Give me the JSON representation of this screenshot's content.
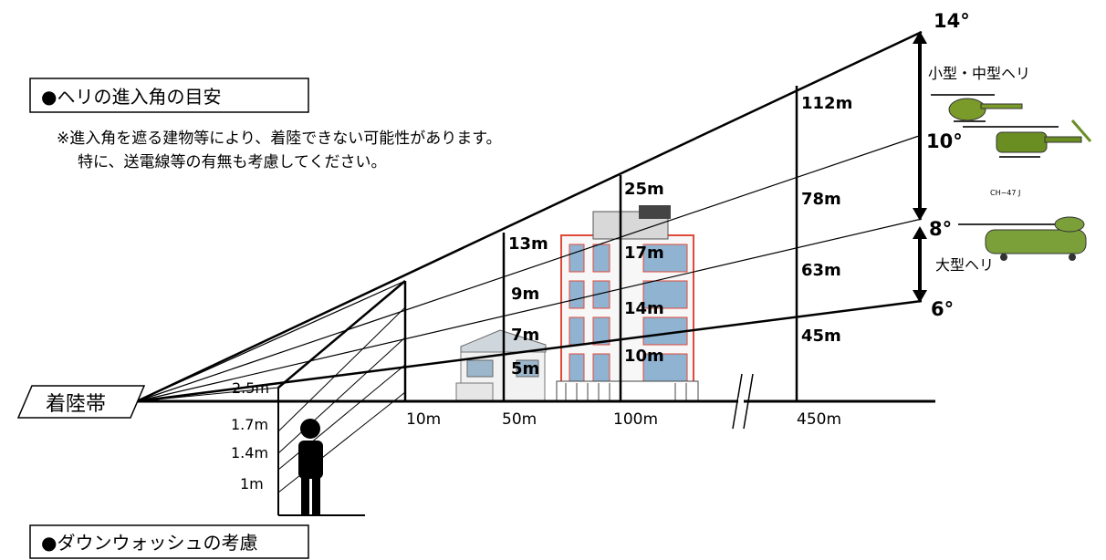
{
  "titles": {
    "approach_angle": "●ヘリの進入角の目安",
    "downwash": "●ダウンウォッシュの考慮"
  },
  "notes": {
    "line1": "※進入角を遮る建物等により、着陸できない可能性があります。",
    "line2": "特に、送電線等の有無も考慮してください。"
  },
  "landing_zone": "着陸帯",
  "angles": {
    "a14": "14°",
    "a10": "10°",
    "a8": "8°",
    "a6": "6°"
  },
  "heli_groups": {
    "small_medium": "小型・中型ヘリ",
    "large": "大型ヘリ",
    "model": "CH−47\nJ"
  },
  "distances": {
    "d10": "10m",
    "d50": "50m",
    "d100": "100m",
    "d450": "450m"
  },
  "heights_50": {
    "h13": "13m",
    "h9": "9m",
    "h7": "7m",
    "h5": "5m"
  },
  "heights_100": {
    "h25": "25m",
    "h17": "17m",
    "h14": "14m",
    "h10": "10m"
  },
  "heights_450": {
    "h112": "112m",
    "h78": "78m",
    "h63": "63m",
    "h45": "45m"
  },
  "downwash_heights": {
    "h25": "2.5m",
    "h17": "1.7m",
    "h14": "1.4m",
    "h1": "1m"
  },
  "colors": {
    "line": "#000000",
    "building_red": "#e04a3a",
    "glass": "#7fa8c8",
    "heli_green": "#6b8e23"
  }
}
